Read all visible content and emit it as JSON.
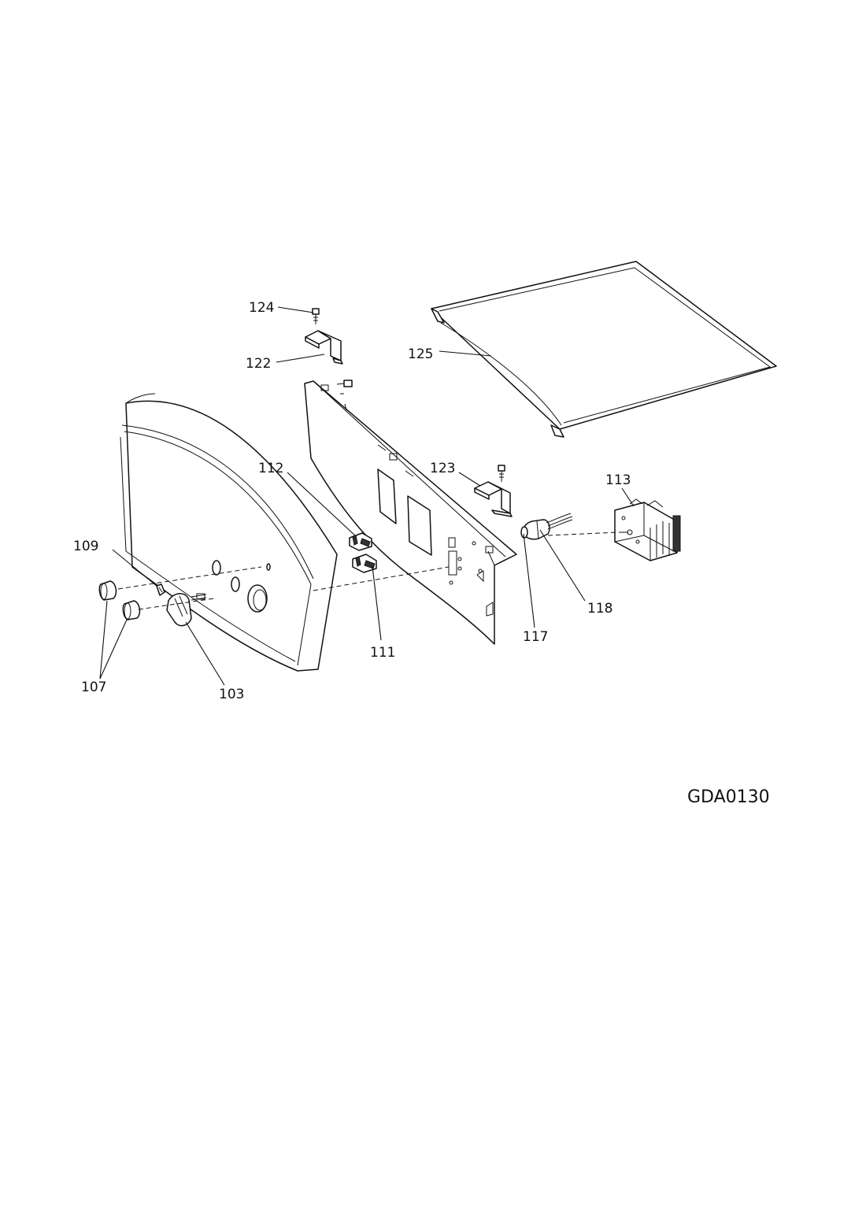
{
  "drawing_code": "GDA0130",
  "parts": [
    {
      "number": "124",
      "kind": "screw"
    },
    {
      "number": "122",
      "kind": "bracket"
    },
    {
      "number": "125",
      "kind": "top-cover"
    },
    {
      "number": "112",
      "kind": "switch"
    },
    {
      "number": "123",
      "kind": "bracket"
    },
    {
      "number": "113",
      "kind": "timer"
    },
    {
      "number": "109",
      "kind": "indicator-light"
    },
    {
      "number": "118",
      "kind": "wiring"
    },
    {
      "number": "117",
      "kind": "indicator-lamp"
    },
    {
      "number": "111",
      "kind": "switch"
    },
    {
      "number": "107",
      "kind": "push-button"
    },
    {
      "number": "103",
      "kind": "knob"
    }
  ]
}
